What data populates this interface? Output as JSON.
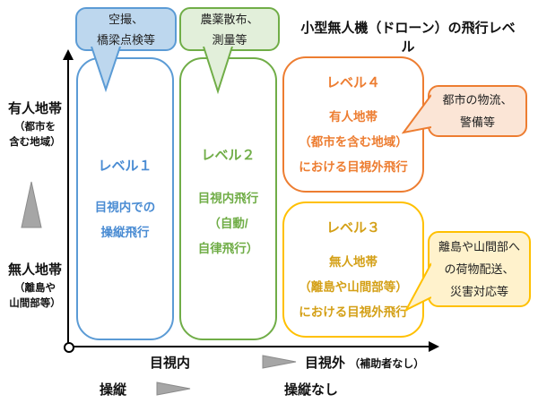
{
  "title": "小型無人機（ドローン）の飛行レベル",
  "colors": {
    "blue_border": "#5B9BD5",
    "blue_fill": "#BDD7EE",
    "green_border": "#70AD47",
    "green_fill": "#E2EFDA",
    "orange_border": "#ED7D31",
    "orange_fill": "#FBE5D6",
    "gold_border": "#FFC000",
    "gold_fill": "#FFF2CC",
    "gold_text": "#D4A017",
    "gray_arrow": "#A6A6A6",
    "axis": "#000000"
  },
  "callouts": {
    "aerial": {
      "line1": "空撮、",
      "line2": "橋梁点検等"
    },
    "agriculture": {
      "line1": "農薬散布、",
      "line2": "測量等"
    },
    "city": {
      "line1": "都市の物流、",
      "line2": "警備等"
    },
    "island": {
      "line1": "離島や山間部へ",
      "line2": "の荷物配送、",
      "line3": "災害対応等"
    }
  },
  "levels": {
    "level1": {
      "name": "レベル１",
      "line1": "目視内での",
      "line2": "操縦飛行"
    },
    "level2": {
      "name": "レベル２",
      "line1": "目視内飛行",
      "line2": "（自動/",
      "line3": "自律飛行）"
    },
    "level4": {
      "name": "レベル４",
      "line1": "有人地帯",
      "line2": "（都市を含む地域）",
      "line3": "における目視外飛行"
    },
    "level3": {
      "name": "レベル３",
      "line1": "無人地帯",
      "line2": "（離島や山間部等）",
      "line3": "における目視外飛行"
    }
  },
  "y_axis": {
    "manned": {
      "label": "有人地帯",
      "sub1": "（都市を",
      "sub2": "含む地域）"
    },
    "unmanned": {
      "label": "無人地帯",
      "sub1": "（離島や",
      "sub2": "山間部等）"
    }
  },
  "x_axis": {
    "visual": "目視内",
    "beyond_visual": "目視外",
    "beyond_visual_note": "（補助者なし）",
    "piloted": "操縦",
    "unpiloted": "操縦なし"
  }
}
